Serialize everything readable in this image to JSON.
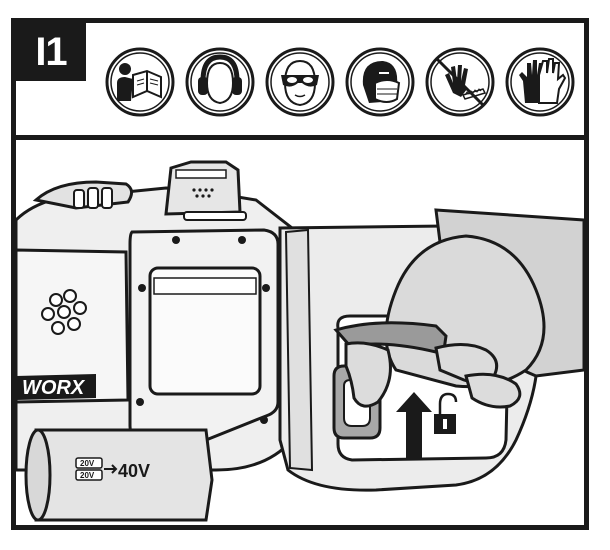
{
  "step": {
    "label": "I1"
  },
  "safety_icons": [
    {
      "name": "read-manual-icon"
    },
    {
      "name": "ear-protection-icon"
    },
    {
      "name": "eye-protection-icon"
    },
    {
      "name": "dust-mask-icon"
    },
    {
      "name": "no-hands-near-blade-icon"
    },
    {
      "name": "gloves-icon"
    }
  ],
  "product": {
    "brand": "WORX",
    "battery_label_top": "20V",
    "battery_label_bottom": "20V",
    "battery_total": "40V"
  },
  "colors": {
    "ink": "#1a1a1a",
    "body_gray": "#e8e8e8",
    "hand_gray": "#d6d6d6",
    "lever_gray": "#9a9a9a"
  }
}
